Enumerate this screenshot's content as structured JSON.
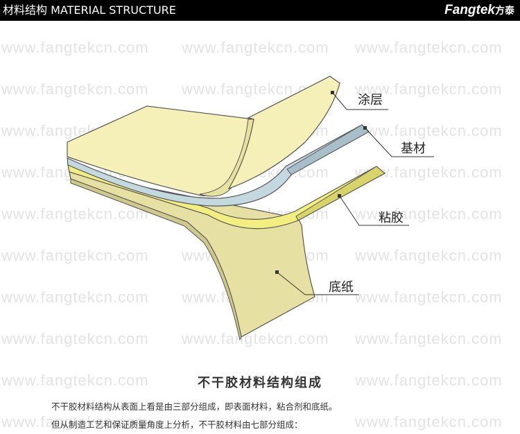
{
  "header": {
    "title": "材料结构  MATERIAL STRUCTURE",
    "brand_en": "Fangtek",
    "brand_cn": "方泰"
  },
  "watermark": "www.fangtekcn.com",
  "layers": [
    {
      "name": "涂层",
      "color": "#f5f0b8"
    },
    {
      "name": "基材",
      "color": "#c4d8e0"
    },
    {
      "name": "粘胶",
      "color": "#f2ee80"
    },
    {
      "name": "底纸",
      "color": "#e6e0a2"
    }
  ],
  "content": {
    "title": "不干胶材料结构组成",
    "paragraph1": "不干胶材料结构从表面上看是由三部分组成，即表面材料，粘合剂和底纸。",
    "paragraph2": "但从制造工艺和保证质量角度上分析，不干胶材料由七部分组成："
  }
}
